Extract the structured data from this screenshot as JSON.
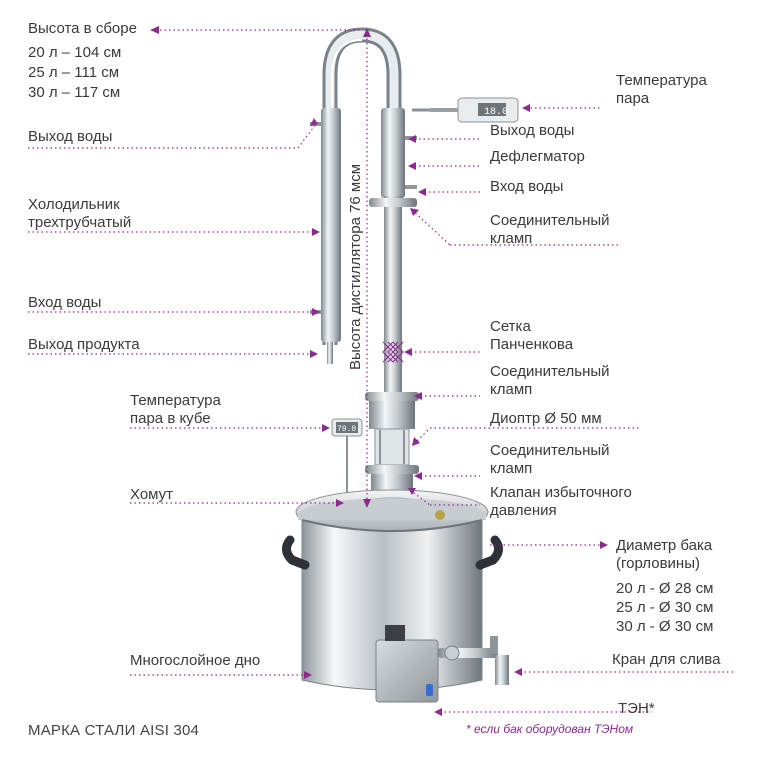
{
  "colors": {
    "accent": "#8b2a8f",
    "steel_light": "#eef1f3",
    "steel_dark": "#8a9197"
  },
  "left_labels": {
    "height": "Высота в сборе",
    "height_values": [
      "20 л – 104 см",
      "25 л – 111 см",
      "30 л – 117 см"
    ],
    "water_out": "Выход воды",
    "cooler": "Холодильник\nтрехтрубчатый",
    "water_in": "Вход воды",
    "product_out": "Выход продукта",
    "cube_temp": "Температура\nпара в кубе",
    "clamp_ring": "Хомут",
    "bottom": "Многослойное дно"
  },
  "right_labels": {
    "steam_temp": "Температура\nпара",
    "water_out": "Выход воды",
    "dephlegmator": "Дефлегматор",
    "water_in": "Вход воды",
    "clamp1": "Соединительный\nкламп",
    "panchenkov": "Сетка\nПанченкова",
    "clamp2": "Соединительный\nкламп",
    "diopter": "Диоптр Ø 50 мм",
    "clamp3": "Соединительный\nкламп",
    "valve": "Клапан избыточного\nдавления",
    "tank_diameter": "Диаметр бака\n(горловины)",
    "tank_values": [
      "20 л - Ø 28 см",
      "25 л - Ø 30 см",
      "30 л - Ø 30 см"
    ],
    "drain": "Кран для слива",
    "heater": "ТЭН*"
  },
  "vertical_label": "Высота дистиллятора 76 мсм",
  "thermometer_top": "18.0",
  "thermometer_cube": "79.0",
  "footnote": "* если бак оборудован ТЭНом",
  "steel_grade": "МАРКА СТАЛИ AISI 304"
}
